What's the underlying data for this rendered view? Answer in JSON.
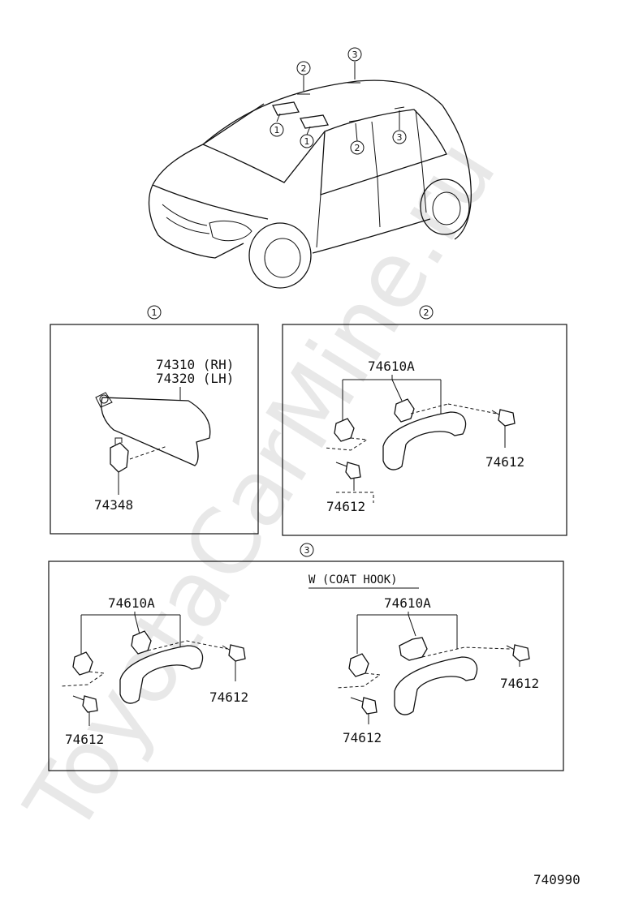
{
  "watermark": "ToyotaCarMine.ru",
  "car_callouts": [
    "1",
    "1",
    "2",
    "2",
    "3",
    "3"
  ],
  "sections": {
    "s1": {
      "callout": "1",
      "visor_labels": [
        "74310 (RH)",
        "74320 (LH)"
      ],
      "holder_label": "74348"
    },
    "s2": {
      "callout": "2",
      "bracket_label": "74610A",
      "screw_label_right": "74612",
      "screw_label_left": "74612"
    },
    "s3": {
      "callout": "3",
      "variant_label": "W (COAT  HOOK)",
      "left": {
        "bracket_label": "74610A",
        "screw_label_right": "74612",
        "screw_label_left": "74612"
      },
      "right": {
        "bracket_label": "74610A",
        "screw_label_right": "74612",
        "screw_label_left": "74612"
      }
    }
  },
  "diagram_code": "740990"
}
